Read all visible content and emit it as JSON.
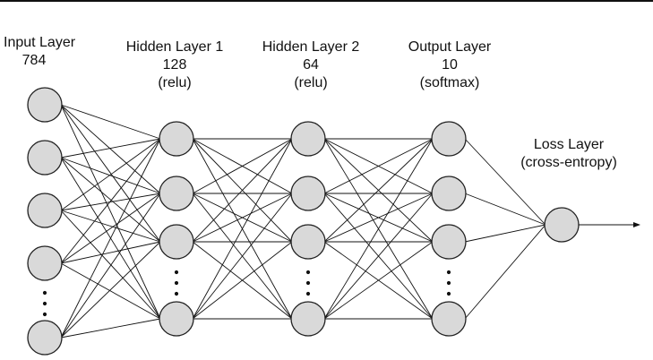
{
  "layers": [
    {
      "key": "input",
      "title": "Input Layer",
      "size": "784",
      "activation": ""
    },
    {
      "key": "hidden1",
      "title": "Hidden Layer 1",
      "size": "128",
      "activation": "(relu)"
    },
    {
      "key": "hidden2",
      "title": "Hidden Layer 2",
      "size": "64",
      "activation": "(relu)"
    },
    {
      "key": "output",
      "title": "Output Layer",
      "size": "10",
      "activation": "(softmax)"
    }
  ],
  "loss": {
    "title": "Loss Layer",
    "subtitle": "(cross-entropy)"
  },
  "colors": {
    "node_fill": "#d9d9d9",
    "node_stroke": "#222222",
    "edge": "#111111",
    "text": "#111111"
  }
}
